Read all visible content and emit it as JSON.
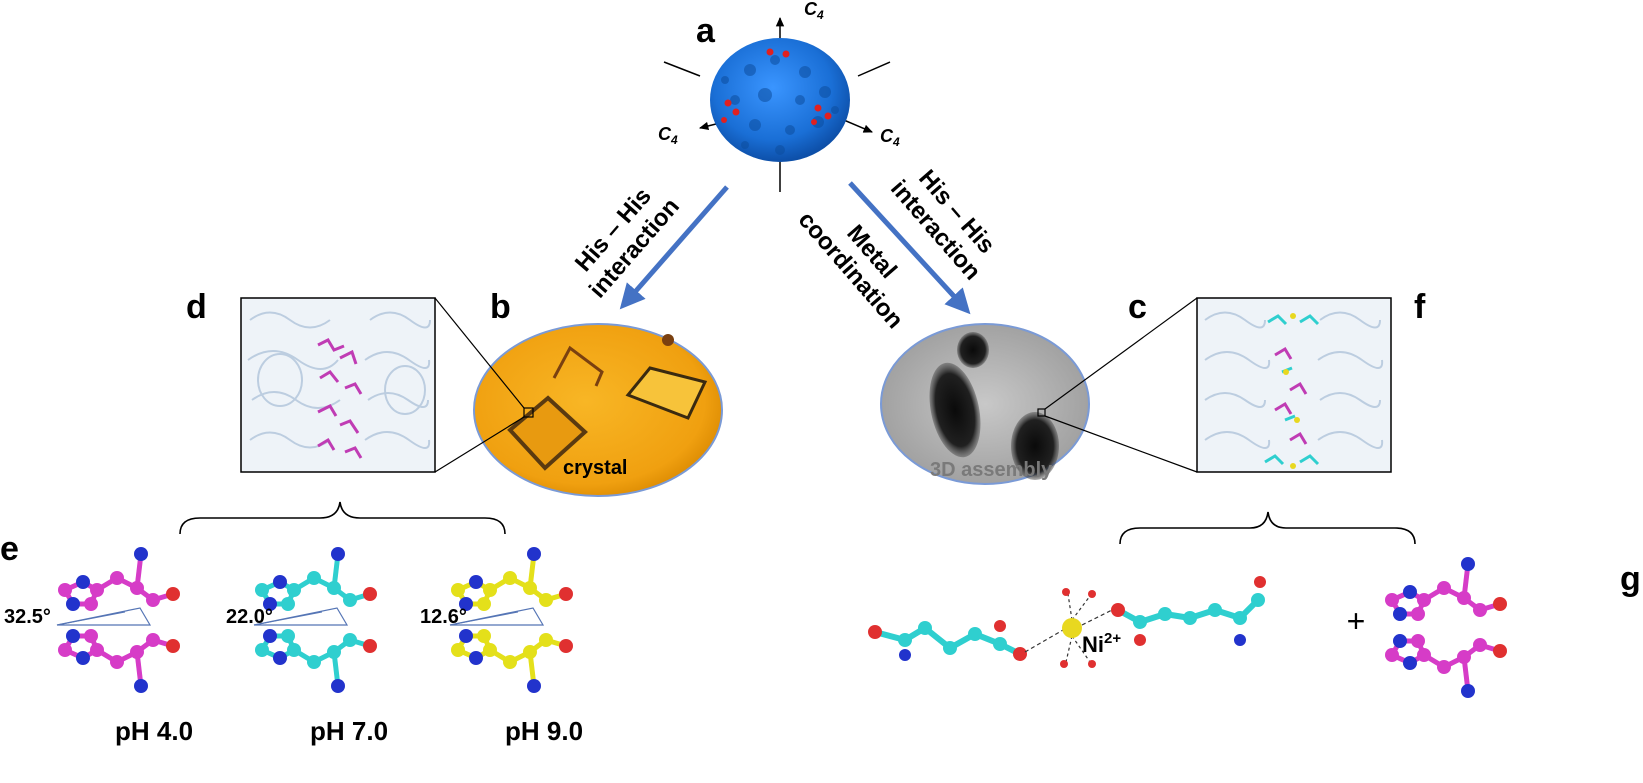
{
  "panels": {
    "a": "a",
    "b": "b",
    "c": "c",
    "d": "d",
    "e": "e",
    "f": "f",
    "g": "g"
  },
  "axis": {
    "main": "C",
    "sub": "4"
  },
  "arrows": {
    "left": {
      "line1": "His – His",
      "line2": "interaction"
    },
    "right_outer": {
      "line1": "His – His",
      "line2": "interaction"
    },
    "right_inner": {
      "line1": "Metal",
      "line2": "coordination"
    }
  },
  "micrographs": {
    "crystal": "crystal",
    "assembly": "3D assembly"
  },
  "angles": [
    "32.5°",
    "22.0°",
    "12.6°"
  ],
  "ph_labels": [
    "pH 4.0",
    "pH 7.0",
    "pH 9.0"
  ],
  "metal": {
    "symbol": "Ni",
    "charge": "2+"
  },
  "plus": "+",
  "colors": {
    "arrow": "#4472c4",
    "cage": "#1a6fd6",
    "ph4": "#d63cc7",
    "ph7": "#2fcfcf",
    "ph9": "#e4e01a",
    "nitrogen": "#2233cc",
    "oxygen": "#e03030",
    "nickel": "#e8d820",
    "crystal_bg": "#f2a818"
  }
}
